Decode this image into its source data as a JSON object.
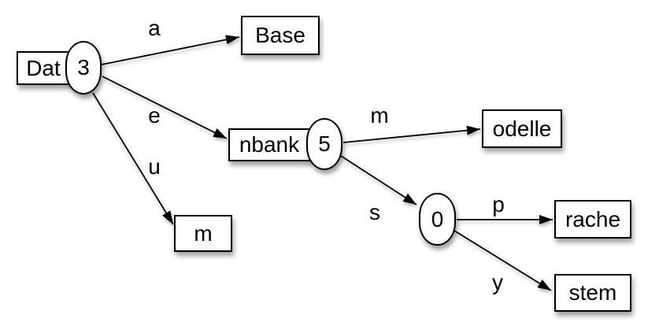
{
  "diagram": {
    "type": "radix-tree",
    "colors": {
      "background": "#ffffff",
      "node_fill": "#ffffff",
      "stroke": "#000000",
      "text": "#000000"
    },
    "nodes": {
      "dat": {
        "label": "Dat",
        "shape": "rect"
      },
      "n3": {
        "label": "3",
        "shape": "capsule"
      },
      "base": {
        "label": "Base",
        "shape": "rect"
      },
      "nbank": {
        "label": "nbank",
        "shape": "rect"
      },
      "n5": {
        "label": "5",
        "shape": "capsule"
      },
      "m_leaf": {
        "label": "m",
        "shape": "rect"
      },
      "odelle": {
        "label": "odelle",
        "shape": "rect"
      },
      "n0": {
        "label": "0",
        "shape": "capsule"
      },
      "rache": {
        "label": "rache",
        "shape": "rect"
      },
      "stem": {
        "label": "stem",
        "shape": "rect"
      }
    },
    "edges": [
      {
        "from": "Dat/3",
        "label": "a",
        "to": "Base"
      },
      {
        "from": "Dat/3",
        "label": "e",
        "to": "nbank/5"
      },
      {
        "from": "Dat/3",
        "label": "u",
        "to": "m"
      },
      {
        "from": "nbank/5",
        "label": "m",
        "to": "odelle"
      },
      {
        "from": "nbank/5",
        "label": "s",
        "to": "0"
      },
      {
        "from": "0",
        "label": "p",
        "to": "rache"
      },
      {
        "from": "0",
        "label": "y",
        "to": "stem"
      }
    ]
  }
}
